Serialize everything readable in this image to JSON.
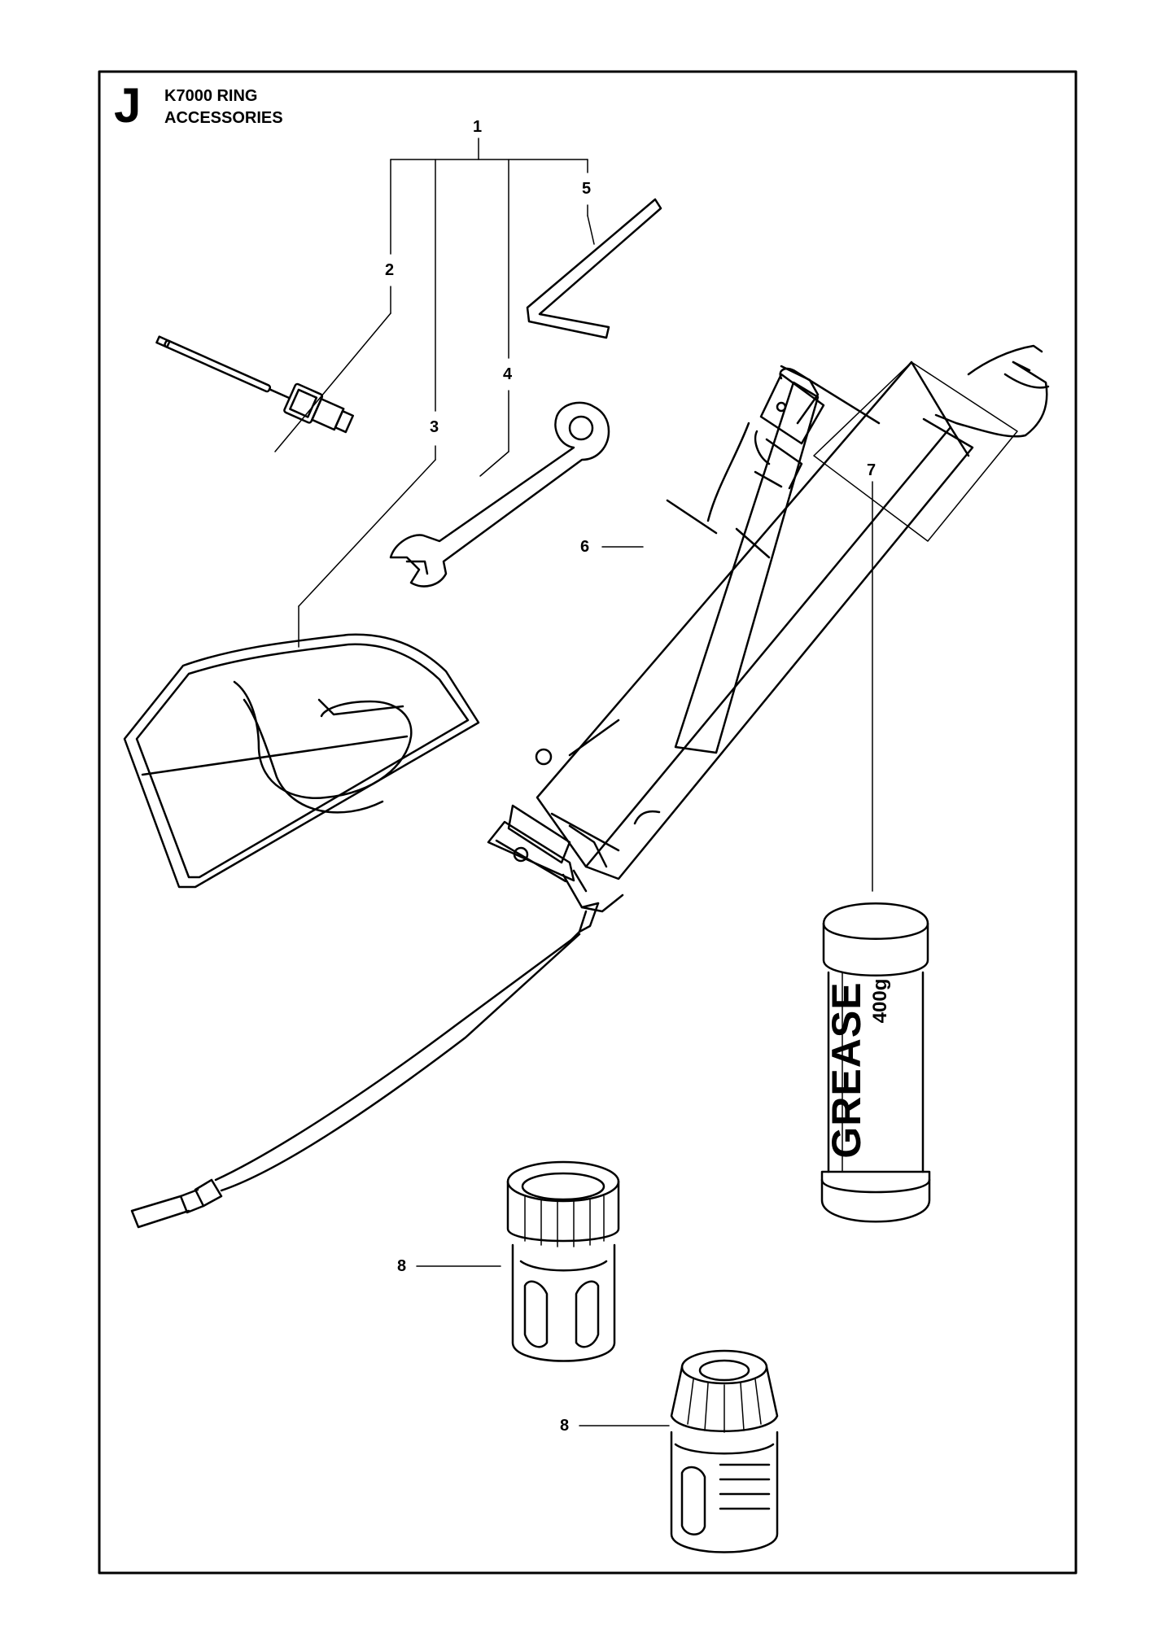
{
  "header": {
    "section_letter": "J",
    "model": "K7000 RING",
    "group": "ACCESSORIES"
  },
  "callouts": [
    "1",
    "2",
    "3",
    "4",
    "5",
    "6",
    "7",
    "8",
    "8"
  ],
  "grease_label": {
    "main": "GREASE",
    "weight": "400g"
  },
  "icons": {
    "socket_wrench": "t-handle-socket-wrench-icon",
    "combination_wrench": "combination-wrench-icon",
    "hex_key": "hex-key-icon",
    "tool_bag": "tool-bag-icon",
    "grease_gun": "grease-gun-icon",
    "grease_cartridge": "grease-cartridge-icon",
    "hose_coupling": "hose-coupling-icon"
  }
}
